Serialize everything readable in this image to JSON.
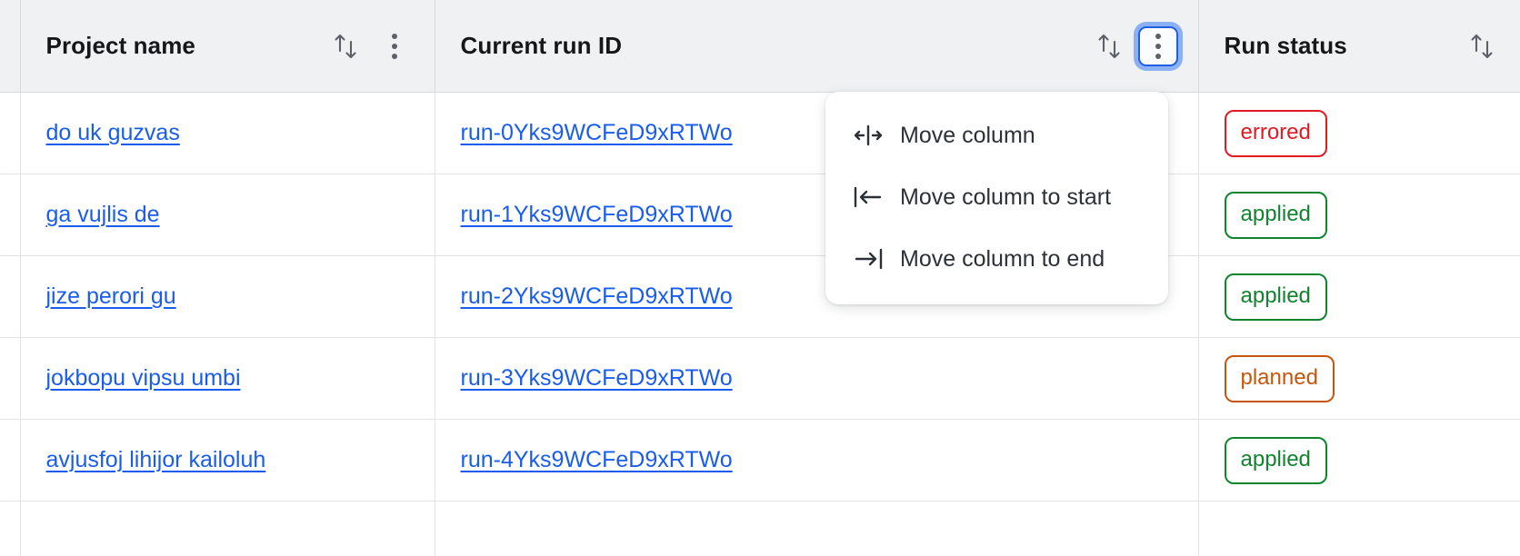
{
  "table": {
    "columns": [
      {
        "key": "gutter",
        "label": "",
        "sortable": false,
        "has_menu": false
      },
      {
        "key": "project_name",
        "label": "Project name",
        "sortable": true,
        "has_menu": true,
        "menu_open": false
      },
      {
        "key": "current_run_id",
        "label": "Current run ID",
        "sortable": true,
        "has_menu": true,
        "menu_open": true
      },
      {
        "key": "run_status",
        "label": "Run status",
        "sortable": true,
        "has_menu": false
      }
    ],
    "rows": [
      {
        "project_name": "do uk guzvas",
        "current_run_id": "run-0Yks9WCFeD9xRTWo",
        "run_status": "errored"
      },
      {
        "project_name": "ga vujlis de",
        "current_run_id": "run-1Yks9WCFeD9xRTWo",
        "run_status": "applied"
      },
      {
        "project_name": "jize perori gu",
        "current_run_id": "run-2Yks9WCFeD9xRTWo",
        "run_status": "applied"
      },
      {
        "project_name": "jokbopu vipsu umbi",
        "current_run_id": "run-3Yks9WCFeD9xRTWo",
        "run_status": "planned"
      },
      {
        "project_name": "avjusfoj lihijor kailoluh",
        "current_run_id": "run-4Yks9WCFeD9xRTWo",
        "run_status": "applied"
      }
    ]
  },
  "column_menu": {
    "items": [
      {
        "icon": "move-column-icon",
        "label": "Move column"
      },
      {
        "icon": "move-column-to-start-icon",
        "label": "Move column to start"
      },
      {
        "icon": "move-column-to-end-icon",
        "label": "Move column to end"
      }
    ]
  },
  "icons": {
    "sort": "sort-arrows-icon",
    "kebab": "kebab-menu-icon"
  },
  "colors": {
    "link": "#1a5ced",
    "header_bg": "#f0f1f3",
    "focus_ring": "#8ab0f5",
    "focus_border": "#1f5fe0",
    "status_errored": "#e01b24",
    "status_applied": "#12832f",
    "status_planned": "#c4560d"
  }
}
